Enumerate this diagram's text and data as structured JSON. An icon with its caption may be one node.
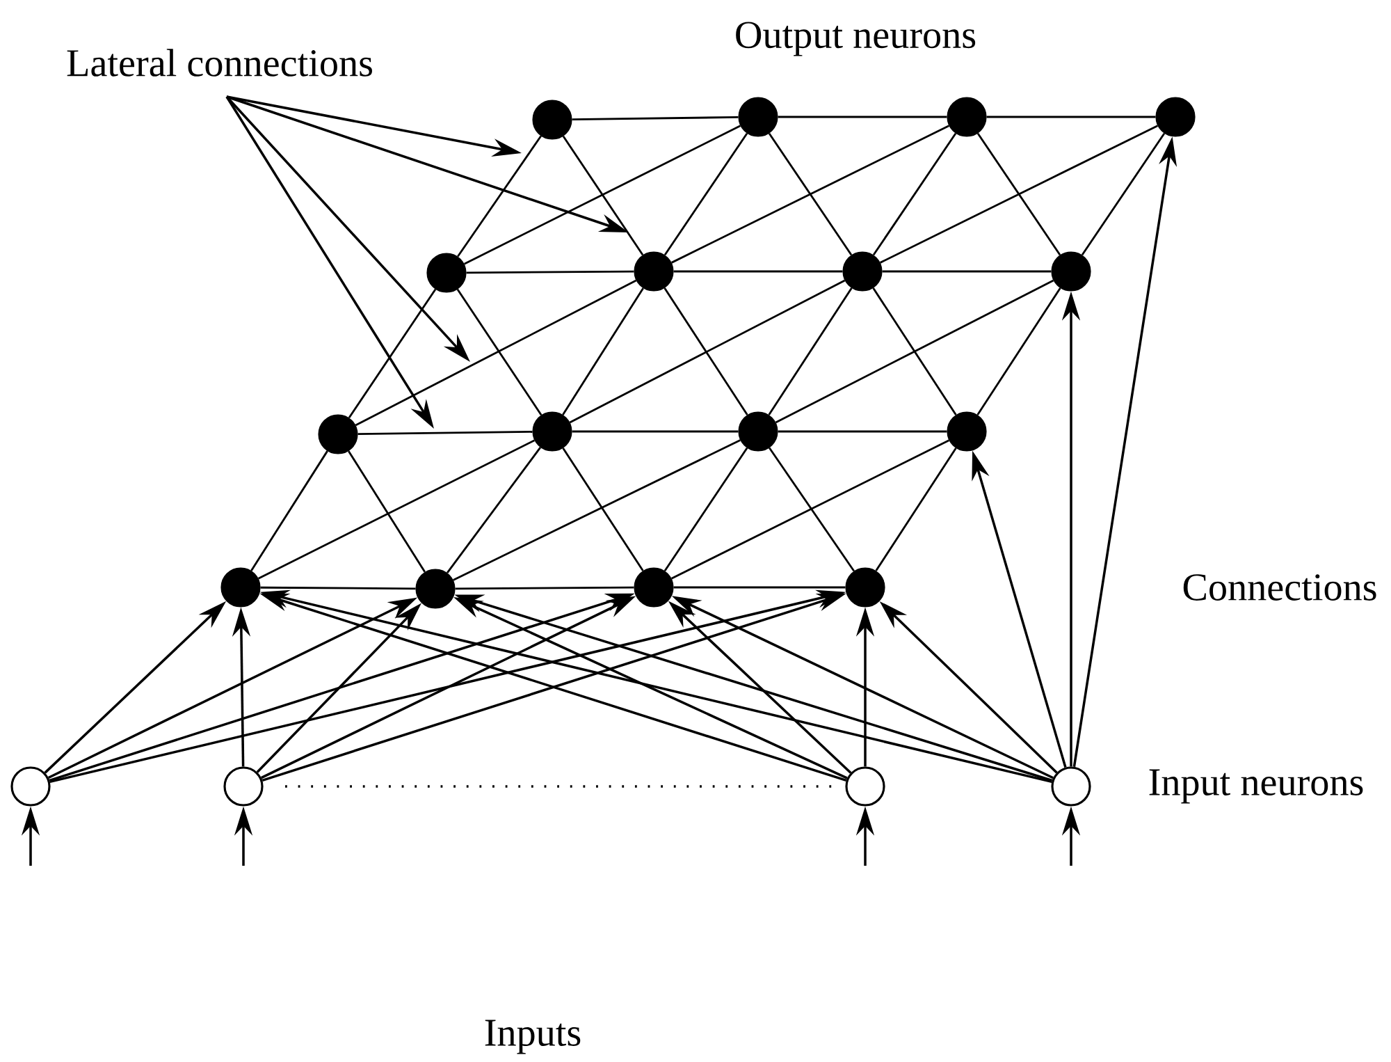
{
  "diagram": {
    "nodes": [
      {
        "text": [
          "Lateral connections"
        ]
      },
      {
        "text": [],
        "shape": "circle"
      },
      {
        "text": [],
        "shape": "circle"
      },
      {
        "text": [],
        "shape": "circle"
      },
      {
        "text": [],
        "shape": "circle"
      },
      {
        "text": [],
        "shape": "circle"
      },
      {
        "text": [],
        "shape": "circle"
      },
      {
        "text": [],
        "shape": "circle"
      },
      {
        "text": [],
        "shape": "circle"
      },
      {
        "text": [],
        "shape": "circle"
      },
      {
        "text": [],
        "shape": "circle"
      },
      {
        "text": [],
        "shape": "circle"
      },
      {
        "text": [],
        "shape": "circle"
      },
      {
        "text": [],
        "shape": "circle"
      },
      {
        "text": [],
        "shape": "circle"
      },
      {
        "text": [],
        "shape": "circle"
      },
      {
        "text": [],
        "shape": "circle"
      },
      {
        "text": [],
        "shape": "circle"
      },
      {
        "text": [],
        "shape": "circle"
      },
      {
        "text": [],
        "shape": "circle"
      },
      {
        "text": [],
        "shape": "circle"
      }
    ],
    "edges": [
      {
        "from": 1,
        "to": 2,
        "arrow": "none"
      },
      {
        "from": 2,
        "to": 3,
        "arrow": "none"
      },
      {
        "from": 3,
        "to": 4,
        "arrow": "none"
      },
      {
        "from": 5,
        "to": 6,
        "arrow": "none"
      },
      {
        "from": 6,
        "to": 7,
        "arrow": "none"
      },
      {
        "from": 7,
        "to": 8,
        "arrow": "none"
      },
      {
        "from": 9,
        "to": 10,
        "arrow": "none"
      },
      {
        "from": 10,
        "to": 11,
        "arrow": "none"
      },
      {
        "from": 11,
        "to": 12,
        "arrow": "none"
      },
      {
        "from": 13,
        "to": 14,
        "arrow": "none"
      },
      {
        "from": 14,
        "to": 15,
        "arrow": "none"
      },
      {
        "from": 15,
        "to": 16,
        "arrow": "none"
      },
      {
        "from": 13,
        "to": 9,
        "arrow": "none"
      },
      {
        "from": 13,
        "to": 10,
        "arrow": "none"
      },
      {
        "from": 14,
        "to": 9,
        "arrow": "none"
      },
      {
        "from": 14,
        "to": 10,
        "arrow": "none"
      },
      {
        "from": 14,
        "to": 11,
        "arrow": "none"
      },
      {
        "from": 15,
        "to": 10,
        "arrow": "none"
      },
      {
        "from": 15,
        "to": 11,
        "arrow": "none"
      },
      {
        "from": 15,
        "to": 12,
        "arrow": "none"
      },
      {
        "from": 16,
        "to": 11,
        "arrow": "none"
      },
      {
        "from": 16,
        "to": 12,
        "arrow": "none"
      },
      {
        "from": 9,
        "to": 5,
        "arrow": "none"
      },
      {
        "from": 9,
        "to": 6,
        "arrow": "none"
      },
      {
        "from": 10,
        "to": 5,
        "arrow": "none"
      },
      {
        "from": 10,
        "to": 6,
        "arrow": "none"
      },
      {
        "from": 10,
        "to": 7,
        "arrow": "none"
      },
      {
        "from": 11,
        "to": 6,
        "arrow": "none"
      },
      {
        "from": 11,
        "to": 7,
        "arrow": "none"
      },
      {
        "from": 11,
        "to": 8,
        "arrow": "none"
      },
      {
        "from": 12,
        "to": 7,
        "arrow": "none"
      },
      {
        "from": 12,
        "to": 8,
        "arrow": "none"
      },
      {
        "from": 5,
        "to": 1,
        "arrow": "none"
      },
      {
        "from": 5,
        "to": 2,
        "arrow": "none"
      },
      {
        "from": 6,
        "to": 1,
        "arrow": "none"
      },
      {
        "from": 6,
        "to": 2,
        "arrow": "none"
      },
      {
        "from": 6,
        "to": 3,
        "arrow": "none"
      },
      {
        "from": 7,
        "to": 2,
        "arrow": "none"
      },
      {
        "from": 7,
        "to": 3,
        "arrow": "none"
      },
      {
        "from": 7,
        "to": 4,
        "arrow": "none"
      },
      {
        "from": 8,
        "to": 3,
        "arrow": "none"
      },
      {
        "from": 8,
        "to": 4,
        "arrow": "none"
      },
      {
        "from": 17,
        "to": 13,
        "arrow": "to"
      },
      {
        "from": 17,
        "to": 14,
        "arrow": "to"
      },
      {
        "from": 17,
        "to": 15,
        "arrow": "to"
      },
      {
        "from": 17,
        "to": 16,
        "arrow": "to"
      },
      {
        "from": 18,
        "to": 13,
        "arrow": "to"
      },
      {
        "from": 18,
        "to": 14,
        "arrow": "to"
      },
      {
        "from": 18,
        "to": 15,
        "arrow": "to"
      },
      {
        "from": 18,
        "to": 16,
        "arrow": "to"
      },
      {
        "from": 19,
        "to": 13,
        "arrow": "to"
      },
      {
        "from": 19,
        "to": 14,
        "arrow": "to"
      },
      {
        "from": 19,
        "to": 15,
        "arrow": "to"
      },
      {
        "from": 19,
        "to": 16,
        "arrow": "to"
      },
      {
        "from": 20,
        "to": 13,
        "arrow": "to"
      },
      {
        "from": 20,
        "to": 14,
        "arrow": "to"
      },
      {
        "from": 20,
        "to": 15,
        "arrow": "to"
      },
      {
        "from": 20,
        "to": 16,
        "arrow": "to"
      },
      {
        "from": 20,
        "to": 12,
        "arrow": "to"
      },
      {
        "from": 20,
        "to": 8,
        "arrow": "to"
      },
      {
        "from": 20,
        "to": 4,
        "arrow": "to"
      },
      {
        "from": null,
        "to": 17,
        "arrow": "to"
      },
      {
        "from": null,
        "to": 18,
        "arrow": "to"
      },
      {
        "from": null,
        "to": 19,
        "arrow": "to"
      },
      {
        "from": null,
        "to": 20,
        "arrow": "to"
      },
      {
        "from": 0,
        "to": null,
        "arrow": "to"
      },
      {
        "from": 0,
        "to": null,
        "arrow": "to"
      },
      {
        "from": 0,
        "to": null,
        "arrow": "to"
      },
      {
        "from": 0,
        "to": null,
        "arrow": "to"
      }
    ],
    "labels": [
      "Output neurons",
      "Connections",
      "Input neurons",
      "Inputs"
    ]
  }
}
